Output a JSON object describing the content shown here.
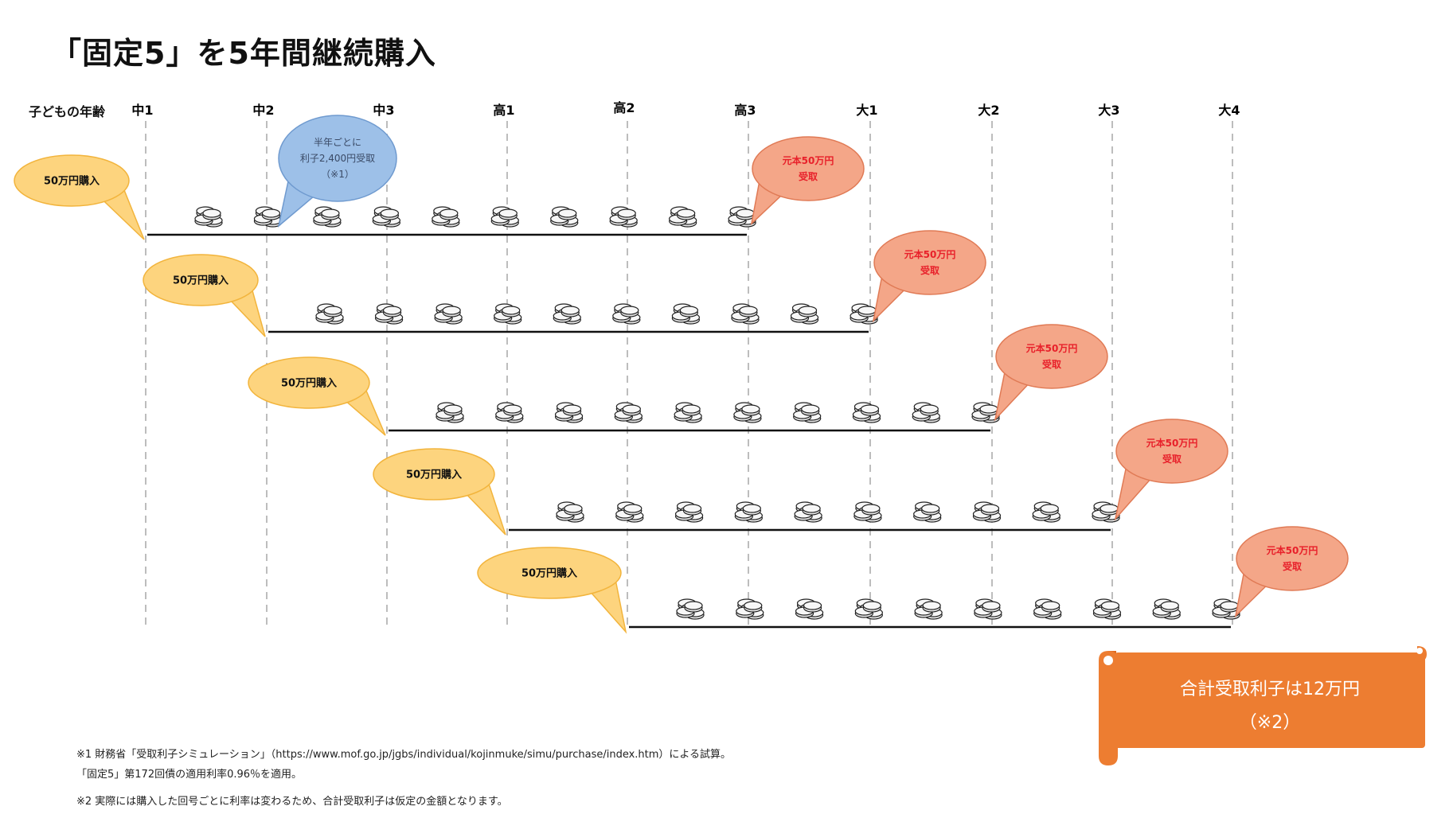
{
  "title": "「固定5」を5年間継続購入",
  "age_label": "子どもの年齢",
  "grades": [
    "中1",
    "中2",
    "中3",
    "高1",
    "高2",
    "高3",
    "大1",
    "大2",
    "大3",
    "大4"
  ],
  "purchase_label": "50万円購入",
  "interest_note": [
    "半年ごとに",
    "利子2,400円受取",
    "（※1）"
  ],
  "redeem_label": [
    "元本50万円",
    "受取"
  ],
  "total": {
    "line1": "合計受取利子は12万円",
    "line2": "（※2）"
  },
  "footnotes": [
    "※1 財務省「受取利子シミュレーション」（https://www.mof.go.jp/jgbs/individual/kojinmuke/simu/purchase/index.htm）による試算。",
    "「固定5」第172回債の適用利率0.96％を適用。",
    "※2 実際には購入した回号ごとに利率は変わるため、合計受取利子は仮定の金額となります。"
  ],
  "colors": {
    "purchase_fill": "#FDD47E",
    "purchase_stroke": "#F2B43C",
    "interest_fill": "#9DC0E8",
    "interest_stroke": "#6F9ACF",
    "redeem_fill": "#F4A688",
    "redeem_stroke": "#E07A55",
    "redeem_text": "#E8202A",
    "total_fill": "#ED7D31",
    "gridline": "#BDBDBD"
  }
}
